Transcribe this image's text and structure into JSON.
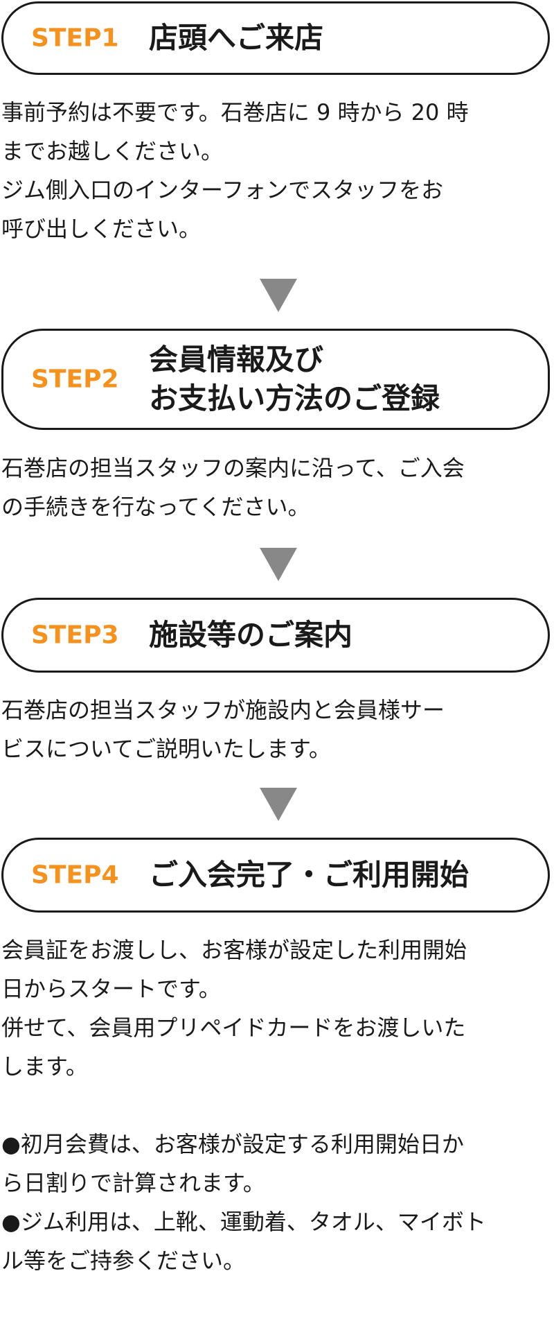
{
  "steps": [
    {
      "label": "STEP1",
      "title": [
        "店頭へご来店"
      ],
      "paragraphs": [
        "事前予約は不要です。石巻店に 9 時から 20 時",
        "までお越しください。",
        "ジム側入口のインターフォンでスタッフをお",
        "呼び出しください。"
      ]
    },
    {
      "label": "STEP2",
      "title": [
        "会員情報及び",
        "お支払い方法のご登録"
      ],
      "paragraphs": [
        "石巻店の担当スタッフの案内に沿って、ご入会",
        "の手続きを行なってください。"
      ]
    },
    {
      "label": "STEP3",
      "title": [
        "施設等のご案内"
      ],
      "paragraphs": [
        "石巻店の担当スタッフが施設内と会員様サー",
        "ビスについてご説明いたします。"
      ]
    },
    {
      "label": "STEP4",
      "title": [
        "ご入会完了・ご利用開始"
      ],
      "paragraphs": [
        "会員証をお渡しし、お客様が設定した利用開始",
        "日からスタートです。",
        "併せて、会員用プリペイドカードをお渡しいた",
        "します。",
        "",
        "●初月会費は、お客様が設定する利用開始日か",
        "ら日割りで計算されます。",
        "●ジム利用は、上靴、運動着、タオル、マイボト",
        "ル等をご持参ください。"
      ]
    }
  ],
  "colors": {
    "step_label": "#f5921e",
    "arrow": "#888888",
    "border": "#1a1a1a"
  }
}
